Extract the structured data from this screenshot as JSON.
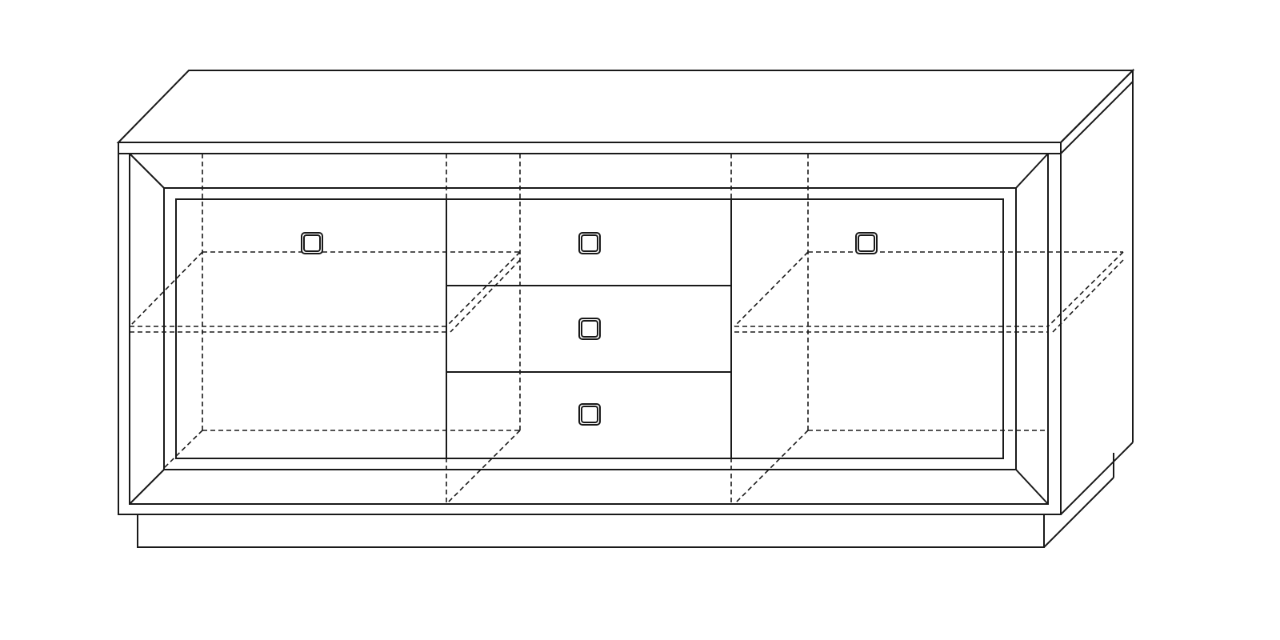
{
  "drawing": {
    "subject": "sideboard",
    "colors": {
      "line": "#1a1a1a",
      "background": "#ffffff"
    },
    "drawer_count": 3,
    "door_count": 2,
    "knob_count": 5
  }
}
